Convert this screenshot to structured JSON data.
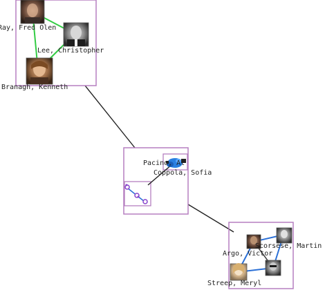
{
  "nodes": {
    "ray": "Ray, Fred Olen",
    "lee": "Lee, Christopher",
    "branagh": "Branagh, Kenneth",
    "pacino": "Pacino, Al",
    "coppola": "Coppola, Sofia",
    "argo": "Argo, Victor",
    "scorsese": "Scorsese, Martin",
    "streep": "Streep, Meryl"
  },
  "colors": {
    "cluster_border": "#b57fc0",
    "inter_edge": "#222222",
    "green_edge": "#33cc44",
    "blue_edge": "#2a6fd6",
    "dark_edge": "#3a3a3a",
    "dot_fill": "#8844cc"
  },
  "icons": [
    "portrait-icon"
  ]
}
